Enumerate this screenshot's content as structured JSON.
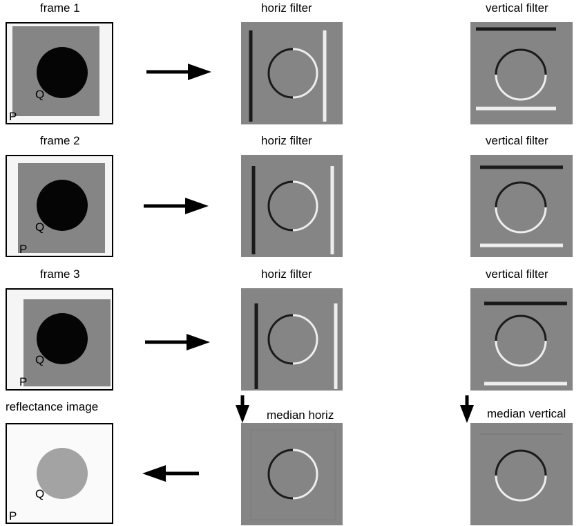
{
  "rows": [
    {
      "frame_label": "frame 1",
      "horiz_label": "horiz filter",
      "vert_label": "vertical filter"
    },
    {
      "frame_label": "frame 2",
      "horiz_label": "horiz filter",
      "vert_label": "vertical filter"
    },
    {
      "frame_label": "frame 3",
      "horiz_label": "horiz filter",
      "vert_label": "vertical filter"
    }
  ],
  "bottom": {
    "reflectance_label": "reflectance image",
    "median_horiz_label": "median horiz",
    "median_vert_label": "median vertical"
  },
  "points": {
    "p": "P",
    "q": "Q"
  },
  "colors": {
    "panel_gray": "#858585",
    "frame_border": "#f5f5f5",
    "circle_dark": "#050505",
    "reflectance_bg": "#fafafa",
    "reflectance_circle": "#a3a3a3",
    "edge_dark": "#1a1a1a",
    "edge_light": "#eeeeee"
  }
}
